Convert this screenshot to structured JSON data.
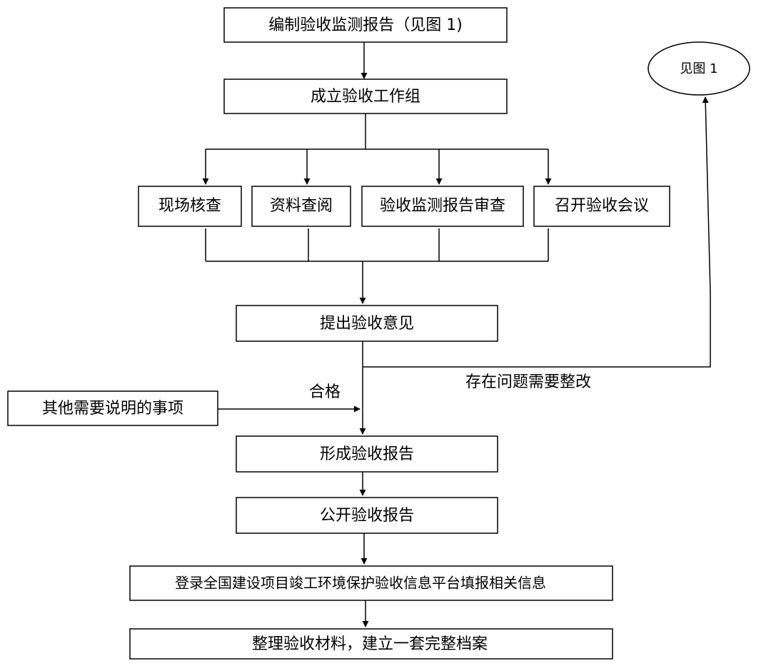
{
  "nodes": {
    "compile_report": "编制验收监测报告（见图 1)",
    "form_group": "成立验收工作组",
    "site_check": "现场核查",
    "doc_review": "资料查阅",
    "report_review": "验收监测报告审查",
    "hold_meeting": "召开验收会议",
    "propose_opinion": "提出验收意见",
    "other_items": "其他需要说明的事项",
    "form_report": "形成验收报告",
    "publish_report": "公开验收报告",
    "login_platform": "登录全国建设项目竣工环境保护验收信息平台填报相关信息",
    "organize_archive": "整理验收材料，建立一套完整档案",
    "see_fig1": "见图 1"
  },
  "edge_labels": {
    "pass": "合格",
    "needs_fix": "存在问题需要整改"
  },
  "colors": {
    "stroke": "#000000",
    "fill": "#ffffff",
    "text": "#000000"
  }
}
